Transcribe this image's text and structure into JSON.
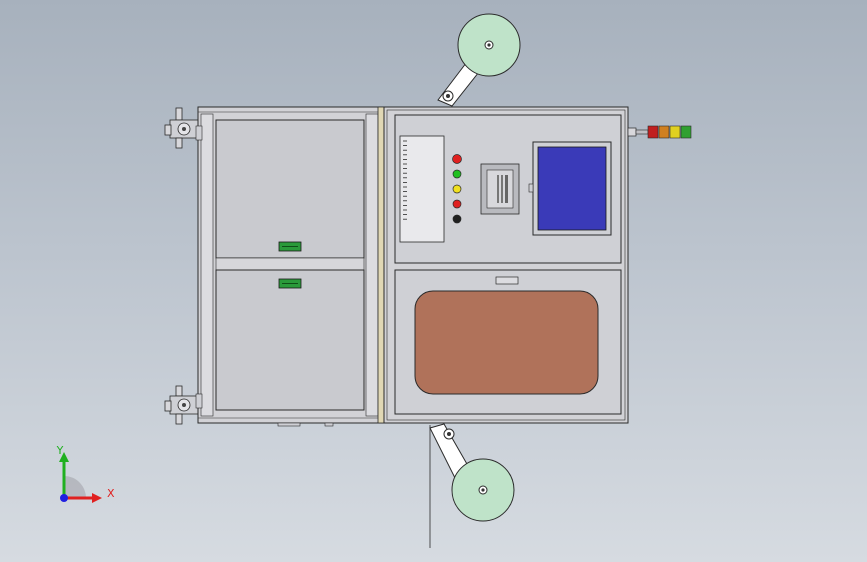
{
  "view": {
    "triad": {
      "x_label": "X",
      "y_label": "Y"
    }
  },
  "colors": {
    "background_top": "#a7b1bd",
    "background_bottom": "#d6dbe1",
    "frame": "#d2d2d6",
    "panel": "#cfd0d5",
    "door": "#c9cacf",
    "edge": "#2a2a2a",
    "wood_trim": "#e0d7b4",
    "reel": "#bfe3c9",
    "touchscreen": "#3a3ab8",
    "work_window": "#b0725a",
    "handle": "#2a9a3a",
    "indicator_red": "#e02020",
    "indicator_green": "#20c020",
    "indicator_yellow": "#f0e020",
    "indicator_dark": "#202020",
    "axis_x": "#e02020",
    "axis_y": "#20b020",
    "axis_z": "#2020e0",
    "stack_light": [
      "#c02020",
      "#d08020",
      "#e0d020",
      "#30a030"
    ]
  },
  "indicator_lights": [
    "red",
    "green",
    "yellow",
    "red",
    "dark"
  ]
}
